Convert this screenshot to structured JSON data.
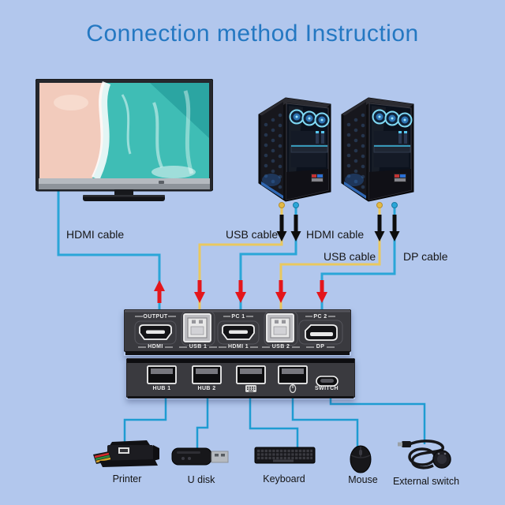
{
  "title": "Connection method Instruction",
  "colors": {
    "background": "#b2c7ed",
    "title_blue": "#2478c2",
    "hdmi_dp_cable_blue": "#2aa6d8",
    "usb_cable_yellow": "#e9c85f",
    "peripheral_line_teal": "#1e9cd2",
    "direction_arrow_red": "#e4161b",
    "connector_arrow_black": "#0d0d0d",
    "device_body_gray": "#3a3a3f",
    "label_text_black": "#161616",
    "panel_text_white": "#ececec"
  },
  "cables": {
    "monitor_hdmi_label": "HDMI cable",
    "pc1_usb_label": "USB cable",
    "pc1_hdmi_label": "HDMI cable",
    "pc2_usb_label": "USB cable",
    "pc2_dp_label": "DP cable"
  },
  "kvm": {
    "rear": {
      "output_top": "OUTPUT",
      "output_bottom": "HDMI",
      "usb1": "USB 1",
      "pc1_top": "PC 1",
      "pc1_bottom": "HDMI 1",
      "usb2": "USB 2",
      "pc2_top": "PC 2",
      "pc2_bottom": "DP"
    },
    "front": {
      "hub1": "HUB 1",
      "hub2": "HUB 2",
      "switch": "SWITCH"
    }
  },
  "peripherals": {
    "printer": "Printer",
    "udisk": "U disk",
    "keyboard": "Keyboard",
    "mouse": "Mouse",
    "external_switch": "External switch"
  }
}
